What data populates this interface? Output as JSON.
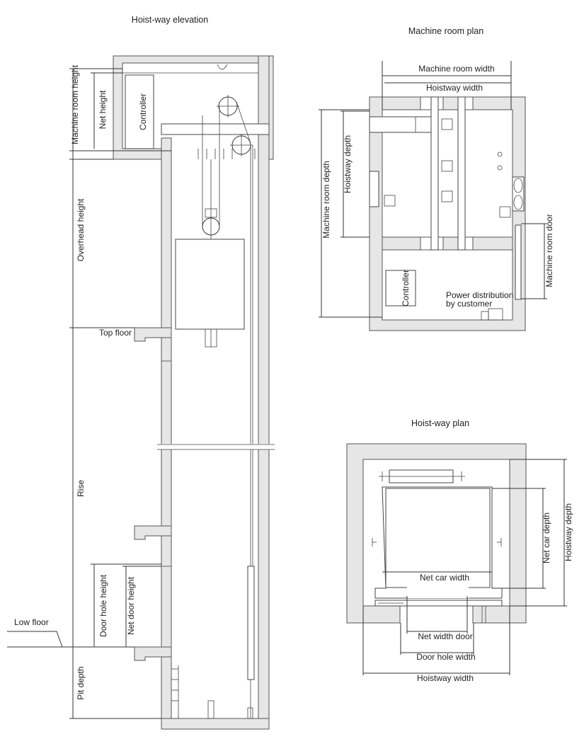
{
  "elevation": {
    "title": "Hoist-way elevation",
    "labels": {
      "machine_room_height": "Machine room height",
      "net_height": "Net height",
      "controller": "Controller",
      "overhead_height": "Overhead height",
      "top_floor": "Top floor",
      "rise": "Rise",
      "door_hole_height": "Door hole height",
      "net_door_height": "Net door height",
      "low_floor": "Low floor",
      "pit_depth": "Pit depth"
    }
  },
  "machine_room_plan": {
    "title": "Machine room plan",
    "labels": {
      "machine_room_width": "Machine room width",
      "hoistway_width": "Hoistway width",
      "machine_room_depth": "Machine room depth",
      "hoistway_depth": "Hoistway depth",
      "machine_room_door": "Machine room door",
      "controller": "Controller",
      "power_distribution_1": "Power distribution",
      "power_distribution_2": "by customer"
    }
  },
  "hoistway_plan": {
    "title": "Hoist-way plan",
    "labels": {
      "net_car_depth": "Net car depth",
      "hoistway_depth": "Hoistway depth",
      "net_car_width": "Net car width",
      "net_width_door": "Net width door",
      "door_hole_width": "Door hole width",
      "hoistway_width": "Hoistway width"
    }
  }
}
